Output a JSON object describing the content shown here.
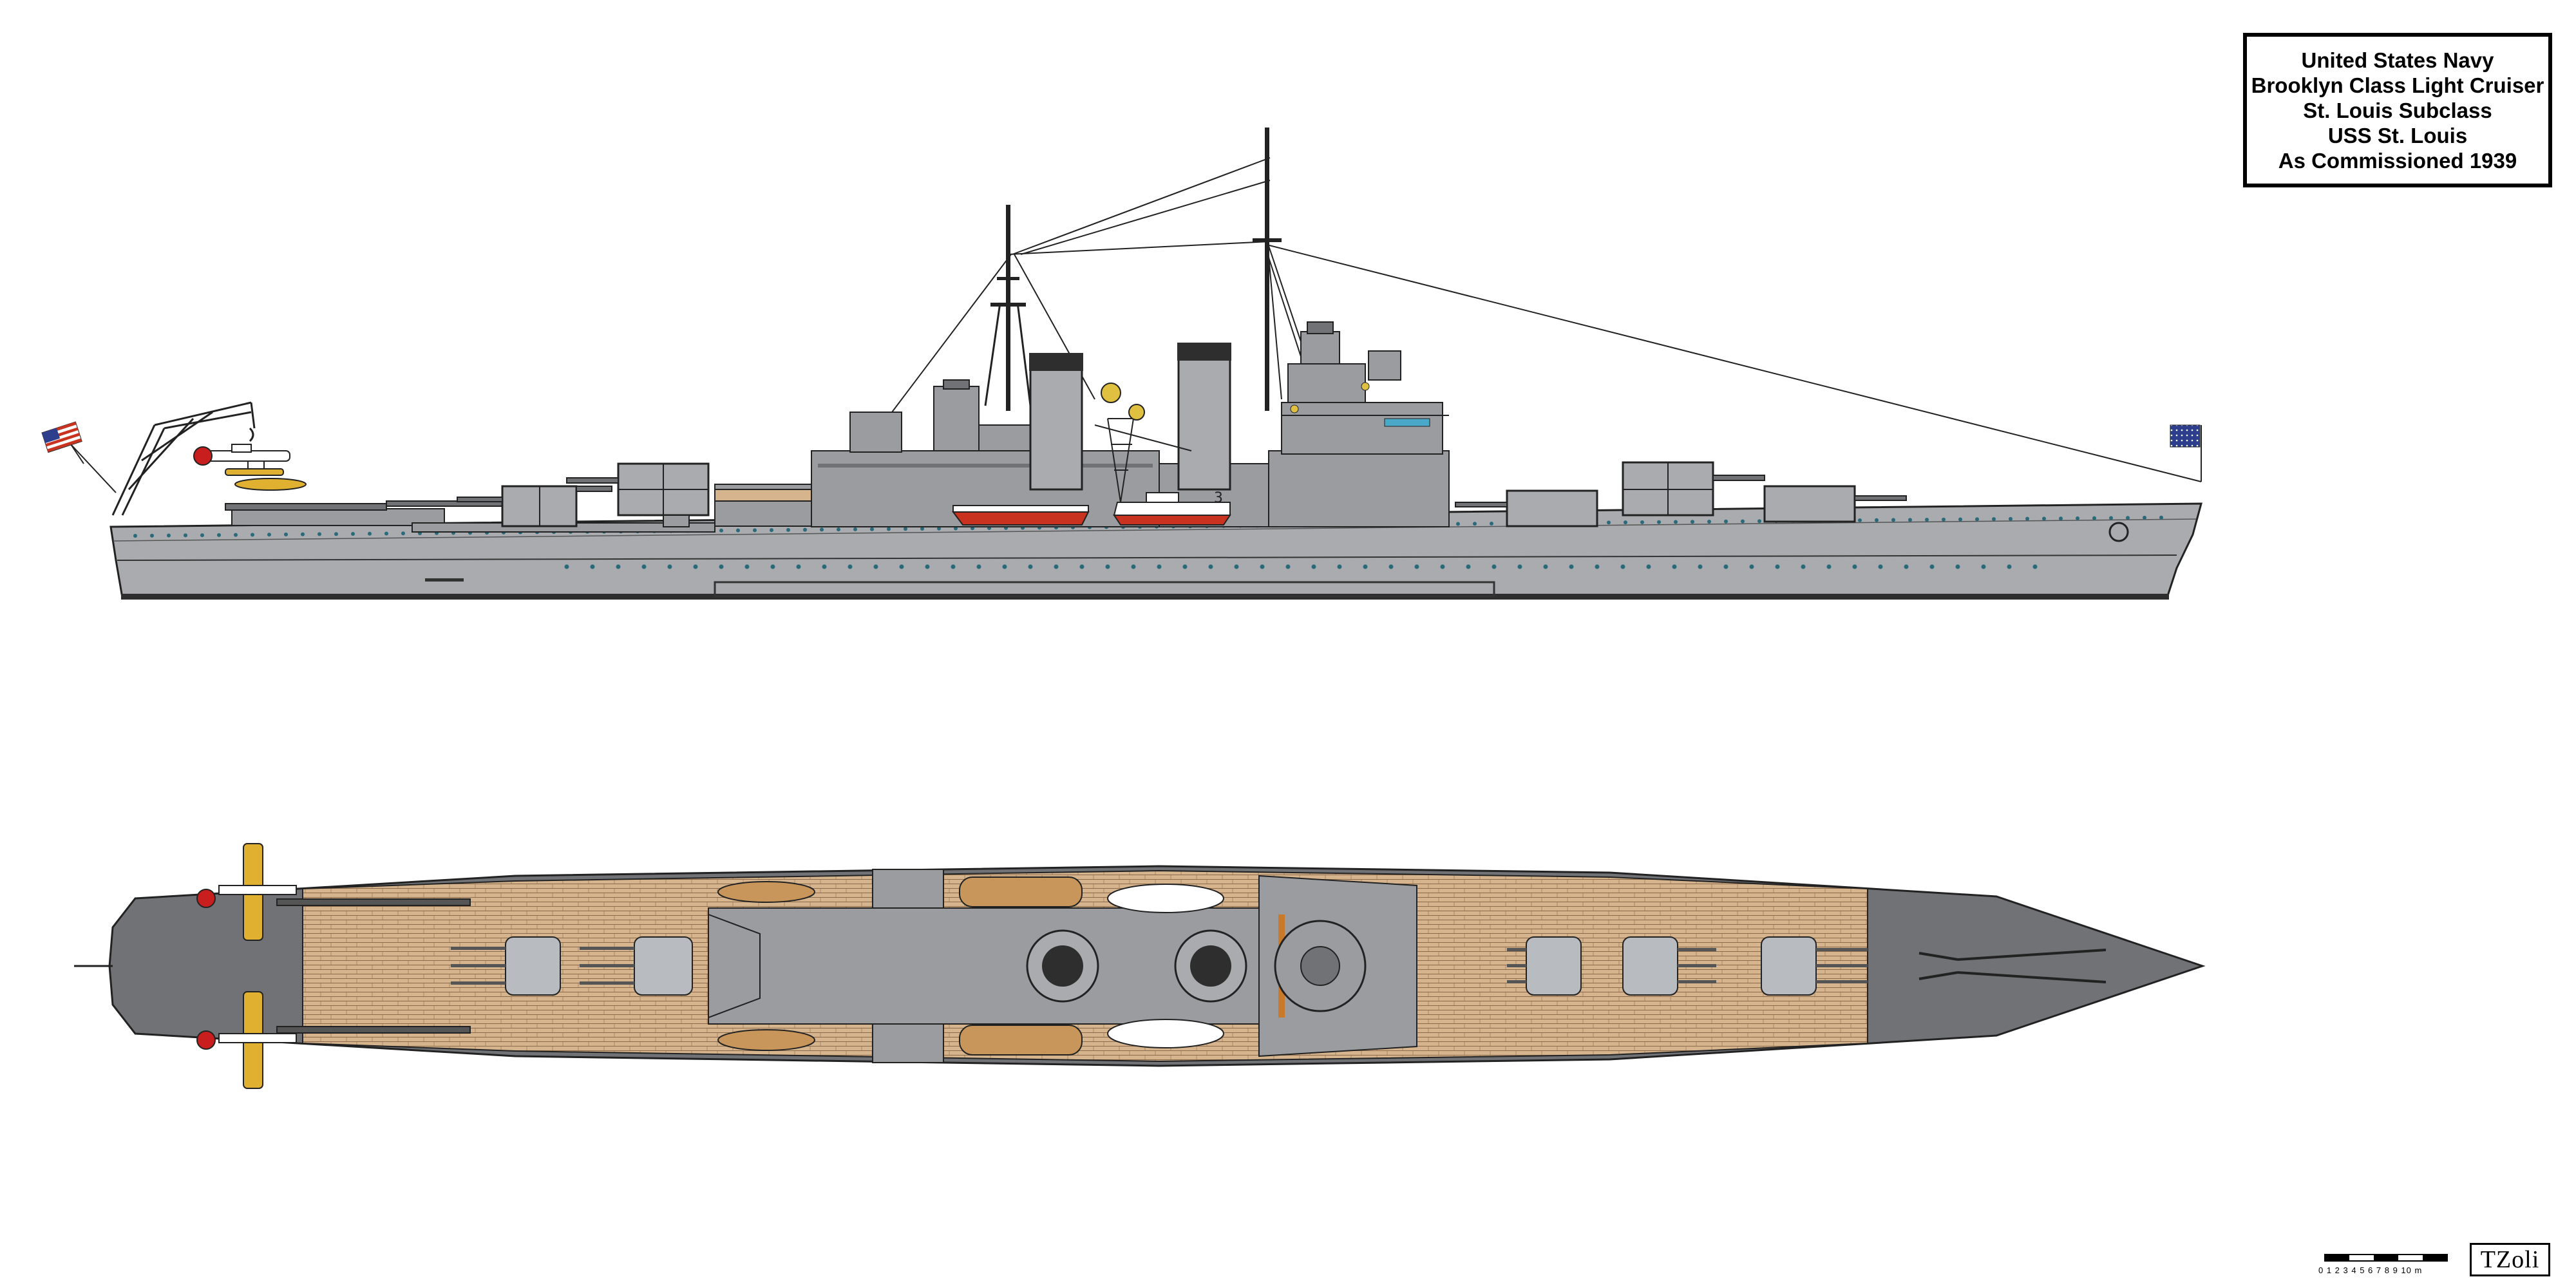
{
  "title_block": {
    "lines": [
      "United States Navy",
      "Brooklyn Class Light Cruiser",
      "St. Louis Subclass",
      "USS St. Louis",
      "As Commissioned 1939"
    ]
  },
  "hull_number": "3",
  "scale_bar": {
    "label": "0 1 2 3 4 5 6 7 8 9 10 m"
  },
  "signature": "TZoli",
  "colors": {
    "hull_gray": "#a9abaf",
    "superstructure_gray": "#9a9ca0",
    "dark_gray": "#707276",
    "wood_deck": "#d6b48e",
    "boot_topping": "#2e2e2e",
    "boat_red": "#c8321e",
    "aircraft_yellow": "#e0b030",
    "aircraft_red": "#c81e1e",
    "flag_blue": "#2c3e8c"
  }
}
